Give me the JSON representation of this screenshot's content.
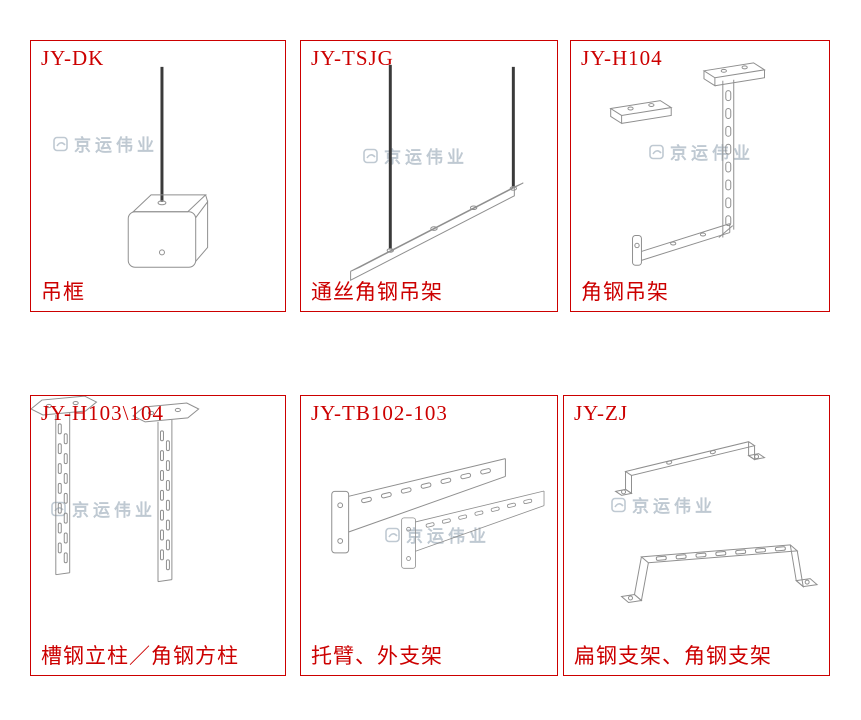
{
  "page": {
    "background": "#ffffff"
  },
  "watermark": {
    "text": "京运伟业"
  },
  "colors": {
    "accent_red": "#cc0000",
    "watermark_gray_blue": "#b9c4ce",
    "drawing_line": "#8f8f8f",
    "rod_dark": "#3a3a3a"
  },
  "panels": [
    {
      "code": "JY-DK",
      "name": "吊框"
    },
    {
      "code": "JY-TSJG",
      "name": "通丝角钢吊架"
    },
    {
      "code": "JY-H104",
      "name": "角钢吊架"
    },
    {
      "code": "JY-H103\\104",
      "name": "槽钢立柱／角钢方柱"
    },
    {
      "code": "JY-TB102-103",
      "name": "托臂、外支架"
    },
    {
      "code": "JY-ZJ",
      "name": "扁钢支架、角钢支架"
    }
  ]
}
